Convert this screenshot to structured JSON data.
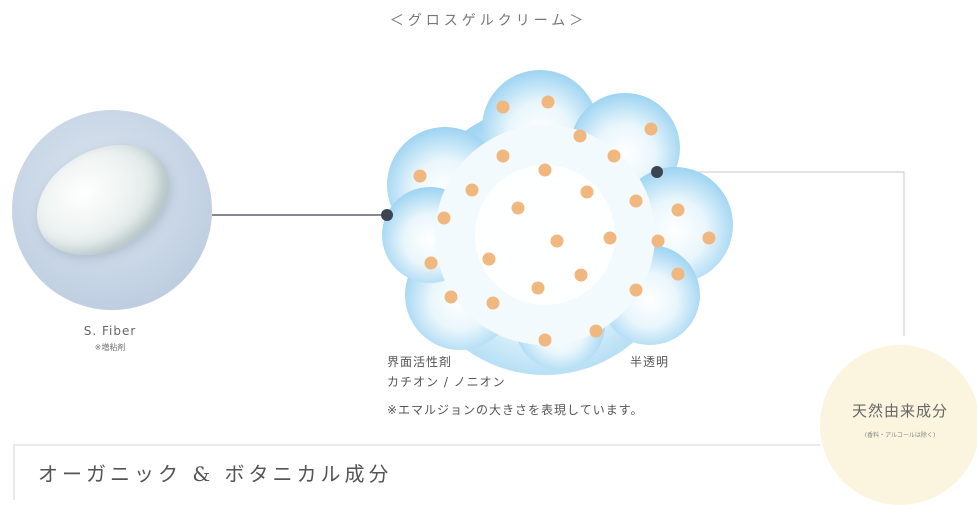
{
  "title": "＜グロスゲルクリーム＞",
  "fiber": {
    "label": "S. Fiber",
    "sub": "※増粘剤"
  },
  "gel": {
    "label_left_line1": "界面活性剤",
    "label_left_line2": "カチオン / ノニオン",
    "label_right": "半透明",
    "note": "※エマルジョンの大きさを表現しています。"
  },
  "natural": {
    "title": "天然由来成分",
    "sub": "(香料・アルコールは除く)"
  },
  "organic_title": "オーガニック & ボタニカル成分",
  "colors": {
    "cloud_edge": "#8fcdf0",
    "cloud_center": "#ffffff",
    "dot": "#f0b77f",
    "connector": "#3c4451",
    "line": "#c9c9c9",
    "fiber_circle": "#c4d3e4",
    "natural_circle": "#fbf5df"
  }
}
